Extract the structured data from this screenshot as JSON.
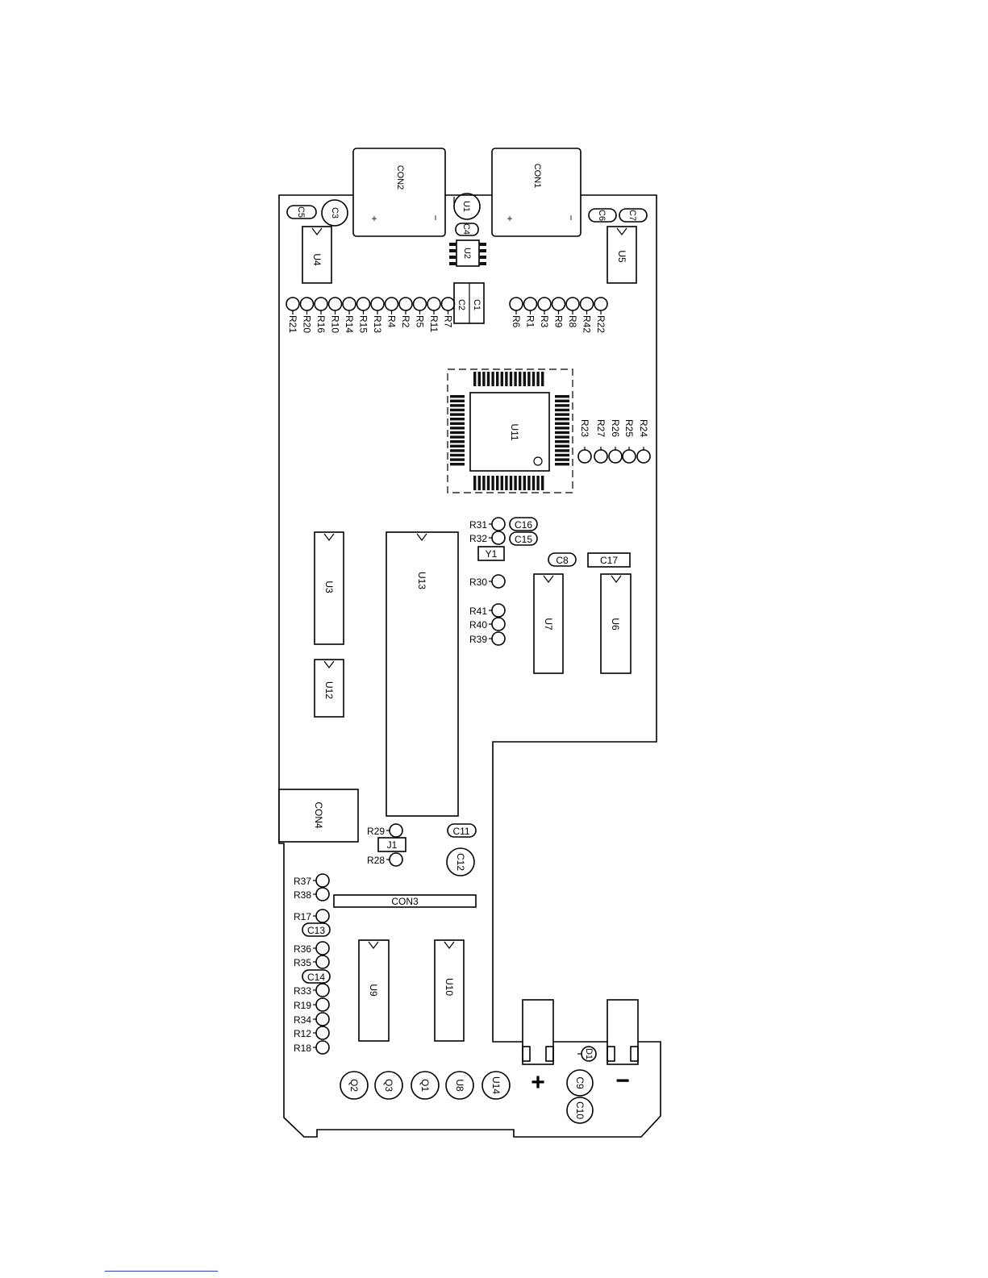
{
  "connectors": {
    "con1": "CON1",
    "con2": "CON2",
    "con3": "CON3",
    "con4": "CON4"
  },
  "polarity": {
    "plus": "+",
    "minus": "−"
  },
  "power_terminals": {
    "plus": "+",
    "minus": "−"
  },
  "ics": {
    "u1": "U1",
    "u2": "U2",
    "u3": "U3",
    "u4": "U4",
    "u5": "U5",
    "u6": "U6",
    "u7": "U7",
    "u8": "U8",
    "u9": "U9",
    "u10": "U10",
    "u11": "U11",
    "u12": "U12",
    "u13": "U13",
    "u14": "U14"
  },
  "capacitors": {
    "c1": "C1",
    "c2": "C2",
    "c3": "C3",
    "c4": "C4",
    "c5": "C5",
    "c6": "C6",
    "c7": "C7",
    "c8": "C8",
    "c9": "C9",
    "c10": "C10",
    "c11": "C11",
    "c12": "C12",
    "c13": "C13",
    "c14": "C14",
    "c15": "C15",
    "c16": "C16",
    "c17": "C17"
  },
  "transistors": {
    "q1": "Q1",
    "q2": "Q2",
    "q3": "Q3"
  },
  "misc": {
    "y1": "Y1",
    "j1": "J1",
    "d1": "D1"
  },
  "resistor_row_left": [
    "R21",
    "R20",
    "R16",
    "R10",
    "R14",
    "R15",
    "R13",
    "R4",
    "R2",
    "R5",
    "R11",
    "R7"
  ],
  "resistor_row_right": [
    "R6",
    "R1",
    "R3",
    "R9",
    "R8",
    "R42",
    "R22"
  ],
  "resistor_row_u11": [
    "R23",
    "R27",
    "R26",
    "R25",
    "R24"
  ],
  "resistors_mid": [
    "R31",
    "R32",
    "R30",
    "R41",
    "R40",
    "R39"
  ],
  "resistors_j1": [
    "R29",
    "R28"
  ],
  "resistors_left_top": [
    "R37",
    "R38",
    "R17"
  ],
  "resistors_left_mid": [
    "R36",
    "R35"
  ],
  "resistors_left_bottom": [
    "R33",
    "R19",
    "R34",
    "R12",
    "R18"
  ]
}
